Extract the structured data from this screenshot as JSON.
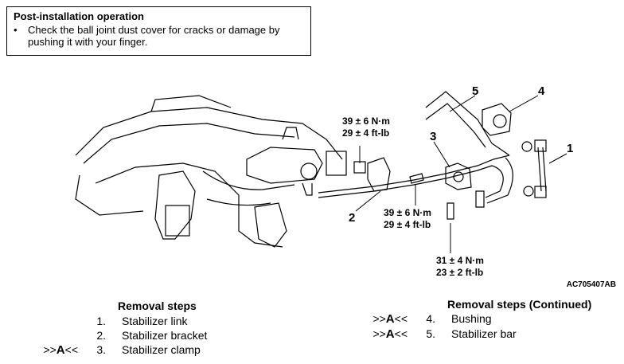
{
  "note": {
    "title": "Post-installation operation",
    "bullet": "•",
    "lines": [
      "Check the ball joint dust cover for cracks or damage by",
      "pushing it with your finger."
    ]
  },
  "callouts": [
    "1",
    "2",
    "3",
    "4",
    "5"
  ],
  "torques": [
    {
      "nm": "39 ± 6 N·m",
      "ftlb": "29 ± 4 ft-lb"
    },
    {
      "nm": "39 ± 6 N·m",
      "ftlb": "29 ± 4 ft-lb"
    },
    {
      "nm": "31 ± 4 N·m",
      "ftlb": "23 ± 2 ft-lb"
    }
  ],
  "figure_id": "AC705407AB",
  "removal_left": {
    "title": "Removal steps",
    "steps": [
      {
        "mark_pre": "",
        "mark_letter": "",
        "mark_post": "",
        "num": "1.",
        "label": "Stabilizer link"
      },
      {
        "mark_pre": "",
        "mark_letter": "",
        "mark_post": "",
        "num": "2.",
        "label": "Stabilizer bracket"
      },
      {
        "mark_pre": ">>",
        "mark_letter": "A",
        "mark_post": "<<",
        "num": "3.",
        "label": "Stabilizer clamp"
      }
    ]
  },
  "removal_right": {
    "title": "Removal steps (Continued)",
    "steps": [
      {
        "mark_pre": ">>",
        "mark_letter": "A",
        "mark_post": "<<",
        "num": "4.",
        "label": "Bushing"
      },
      {
        "mark_pre": ">>",
        "mark_letter": "A",
        "mark_post": "<<",
        "num": "5.",
        "label": "Stabilizer bar"
      }
    ]
  }
}
